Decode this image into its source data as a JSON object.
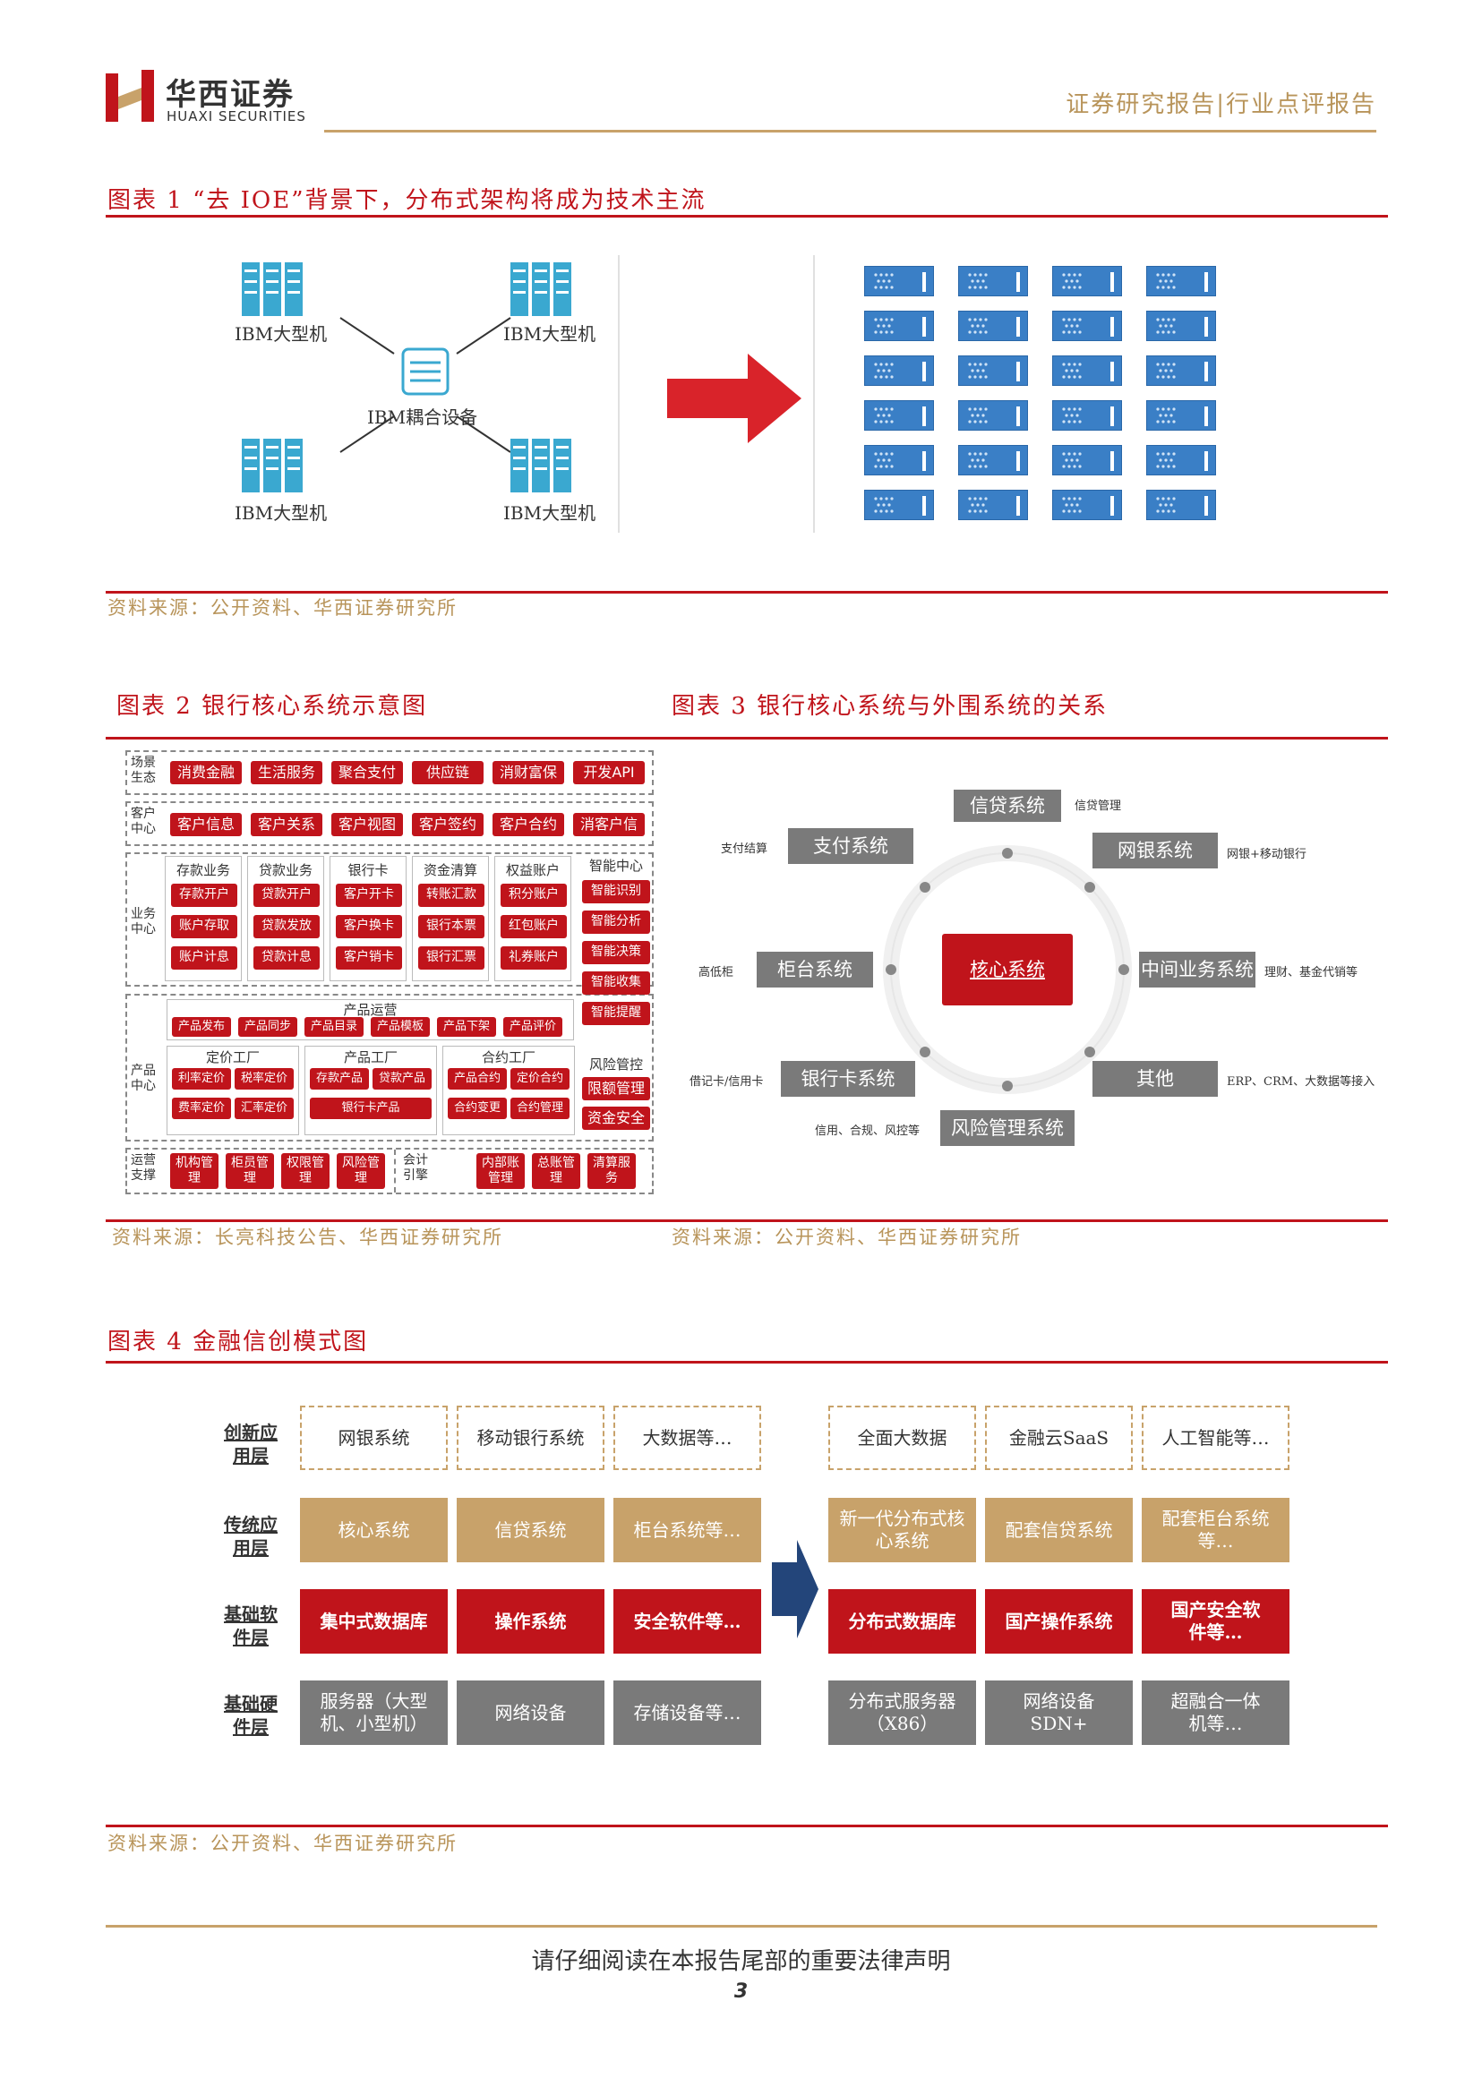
{
  "header": {
    "company_cn": "华西证券",
    "company_en": "HUAXI SECURITIES",
    "report_type": "证券研究报告|行业点评报告"
  },
  "fig1": {
    "title": "图表 1  “去 IOE”背景下，分布式架构将成为技术主流",
    "mainframe": "IBM大型机",
    "coupler": "IBM耦合设备",
    "source": "资料来源：公开资料、华西证券研究所"
  },
  "fig2": {
    "title": "图表 2  银行核心系统示意图",
    "source": "资料来源：长亮科技公告、华西证券研究所",
    "rows": {
      "scene": {
        "label": "场景生态",
        "items": [
          "消费金融",
          "生活服务",
          "聚合支付",
          "供应链",
          "消财富保",
          "开发API"
        ]
      },
      "customer": {
        "label": "客户中心",
        "items": [
          "客户信息",
          "客户关系",
          "客户视图",
          "客户签约",
          "客户合约",
          "消客户信"
        ]
      },
      "business": {
        "label": "业务中心",
        "groups": [
          {
            "title": "存款业务",
            "items": [
              "存款开户",
              "账户存取",
              "账户计息"
            ]
          },
          {
            "title": "贷款业务",
            "items": [
              "贷款开户",
              "贷款发放",
              "贷款计息"
            ]
          },
          {
            "title": "银行卡",
            "items": [
              "客户开卡",
              "客户换卡",
              "客户销卡"
            ]
          },
          {
            "title": "资金清算",
            "items": [
              "转账汇款",
              "银行本票",
              "银行汇票"
            ]
          },
          {
            "title": "权益账户",
            "items": [
              "积分账户",
              "红包账户",
              "礼券账户"
            ]
          }
        ],
        "smart": {
          "title": "智能中心",
          "items": [
            "智能识别",
            "智能分析",
            "智能决策",
            "智能收集",
            "智能提醒"
          ]
        }
      },
      "product": {
        "label": "产品中心",
        "ops_title": "产品运营",
        "ops_items": [
          "产品发布",
          "产品同步",
          "产品目录",
          "产品模板",
          "产品下架",
          "产品评价"
        ],
        "factories": [
          {
            "title": "定价工厂",
            "items": [
              "利率定价",
              "税率定价",
              "费率定价",
              "汇率定价"
            ]
          },
          {
            "title": "产品工厂",
            "items": [
              "存款产品",
              "贷款产品",
              "银行卡产品"
            ]
          },
          {
            "title": "合约工厂",
            "items": [
              "产品合约",
              "定价合约",
              "合约变更",
              "合约管理"
            ]
          }
        ],
        "risk": {
          "title": "风险管控",
          "items": [
            "限额管理",
            "资金安全"
          ]
        }
      },
      "ops": {
        "label": "运营支撑",
        "items": [
          "机构管理",
          "柜员管理",
          "权限管理",
          "风险管理"
        ],
        "acct_label": "会计引擎",
        "acct_items": [
          "内部账管理",
          "总账管理",
          "清算服务"
        ]
      }
    }
  },
  "fig3": {
    "title": "图表 3  银行核心系统与外围系统的关系",
    "source": "资料来源：公开资料、华西证券研究所",
    "center": "核心系统",
    "nodes": [
      {
        "label": "信贷系统",
        "note": "信贷管理"
      },
      {
        "label": "网银系统",
        "note": "网银+移动银行"
      },
      {
        "label": "中间业务系统",
        "note": "理财、基金代销等"
      },
      {
        "label": "其他",
        "note": "ERP、CRM、大数据等接入"
      },
      {
        "label": "风险管理系统",
        "note": "信用、合规、风控等"
      },
      {
        "label": "银行卡系统",
        "note": "借记卡/信用卡"
      },
      {
        "label": "柜台系统",
        "note": "高低柜"
      },
      {
        "label": "支付系统",
        "note": "支付结算"
      }
    ]
  },
  "fig4": {
    "title": "图表 4  金融信创模式图",
    "source": "资料来源：公开资料、华西证券研究所",
    "layers": [
      "创新应用层",
      "传统应用层",
      "基础软件层",
      "基础硬件层"
    ],
    "left": [
      [
        "网银系统",
        "移动银行系统",
        "大数据等…"
      ],
      [
        "核心系统",
        "信贷系统",
        "柜台系统等…"
      ],
      [
        "集中式数据库",
        "操作系统",
        "安全软件等…"
      ],
      [
        "服务器（大型机、小型机）",
        "网络设备",
        "存储设备等…"
      ]
    ],
    "right": [
      [
        "全面大数据",
        "金融云SaaS",
        "人工智能等…"
      ],
      [
        "新一代分布式核心系统",
        "配套信贷系统",
        "配套柜台系统等…"
      ],
      [
        "分布式数据库",
        "国产操作系统",
        "国产安全软件等…"
      ],
      [
        "分布式服务器（X86）",
        "网络设备SDN+",
        "超融合一体机等…"
      ]
    ]
  },
  "footer": {
    "notice": "请仔细阅读在本报告尾部的重要法律声明",
    "page": "3"
  }
}
